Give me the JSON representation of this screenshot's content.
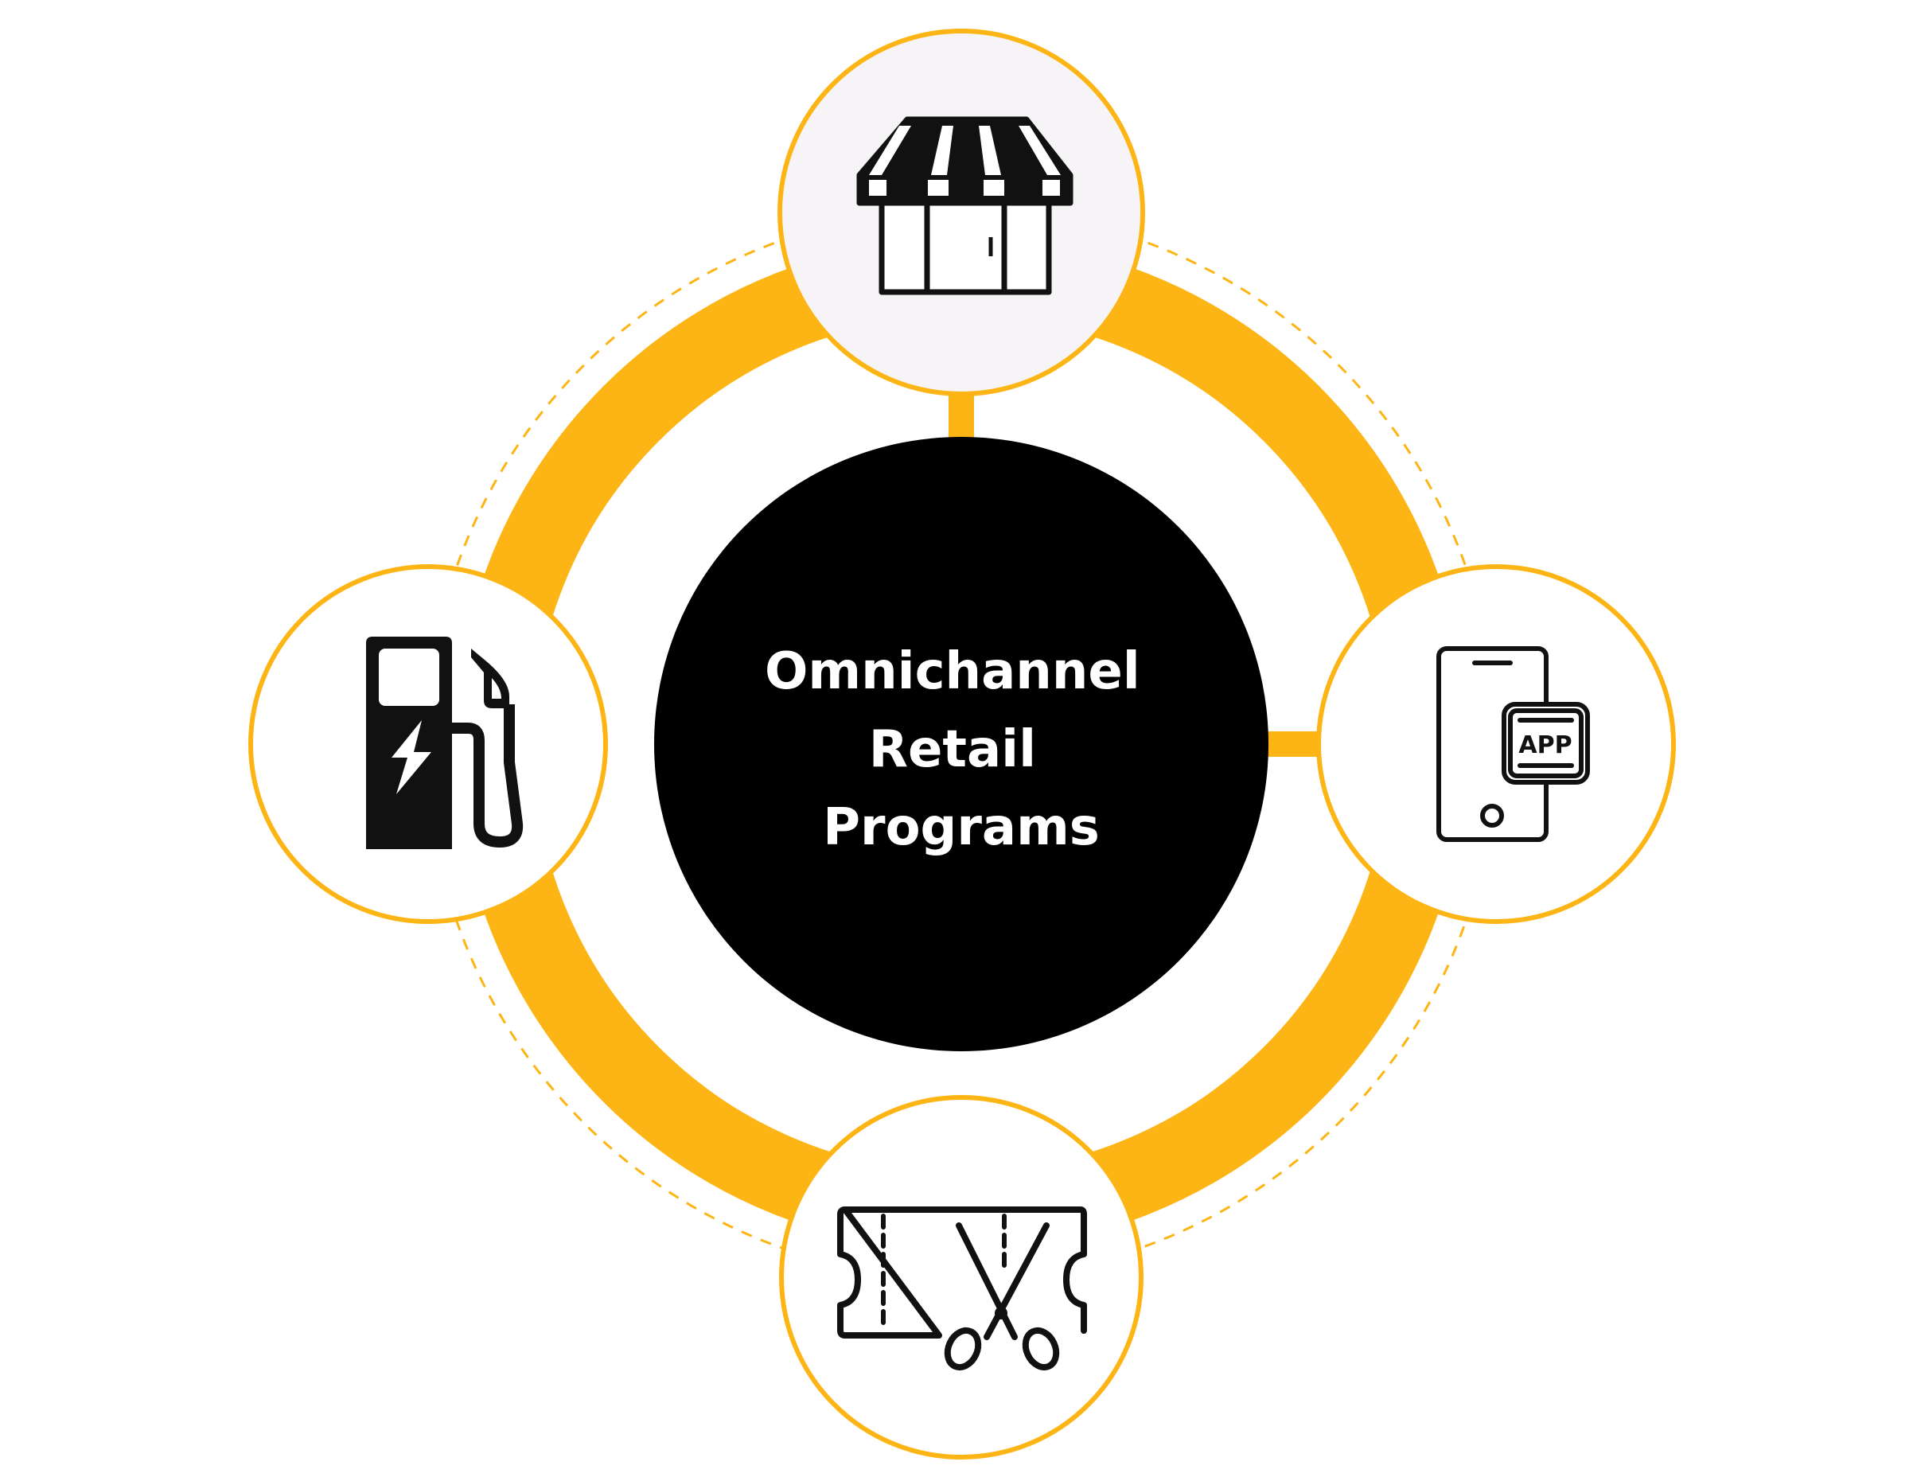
{
  "center": {
    "title_lines": [
      "Omnichannel",
      "Retail",
      "Programs"
    ]
  },
  "nodes": {
    "top": {
      "icon": "storefront-icon"
    },
    "left": {
      "icon": "ev-charging-station-icon"
    },
    "right": {
      "icon": "mobile-app-icon",
      "badge_text": "APP"
    },
    "bottom": {
      "icon": "coupon-scissors-icon"
    }
  },
  "colors": {
    "accent": "#FDB515",
    "center_fill": "#000000",
    "icon_stroke": "#111111",
    "node_fill": "#FFFFFF",
    "top_node_fill": "#F6F4F6",
    "background": "#FFFFFF"
  }
}
